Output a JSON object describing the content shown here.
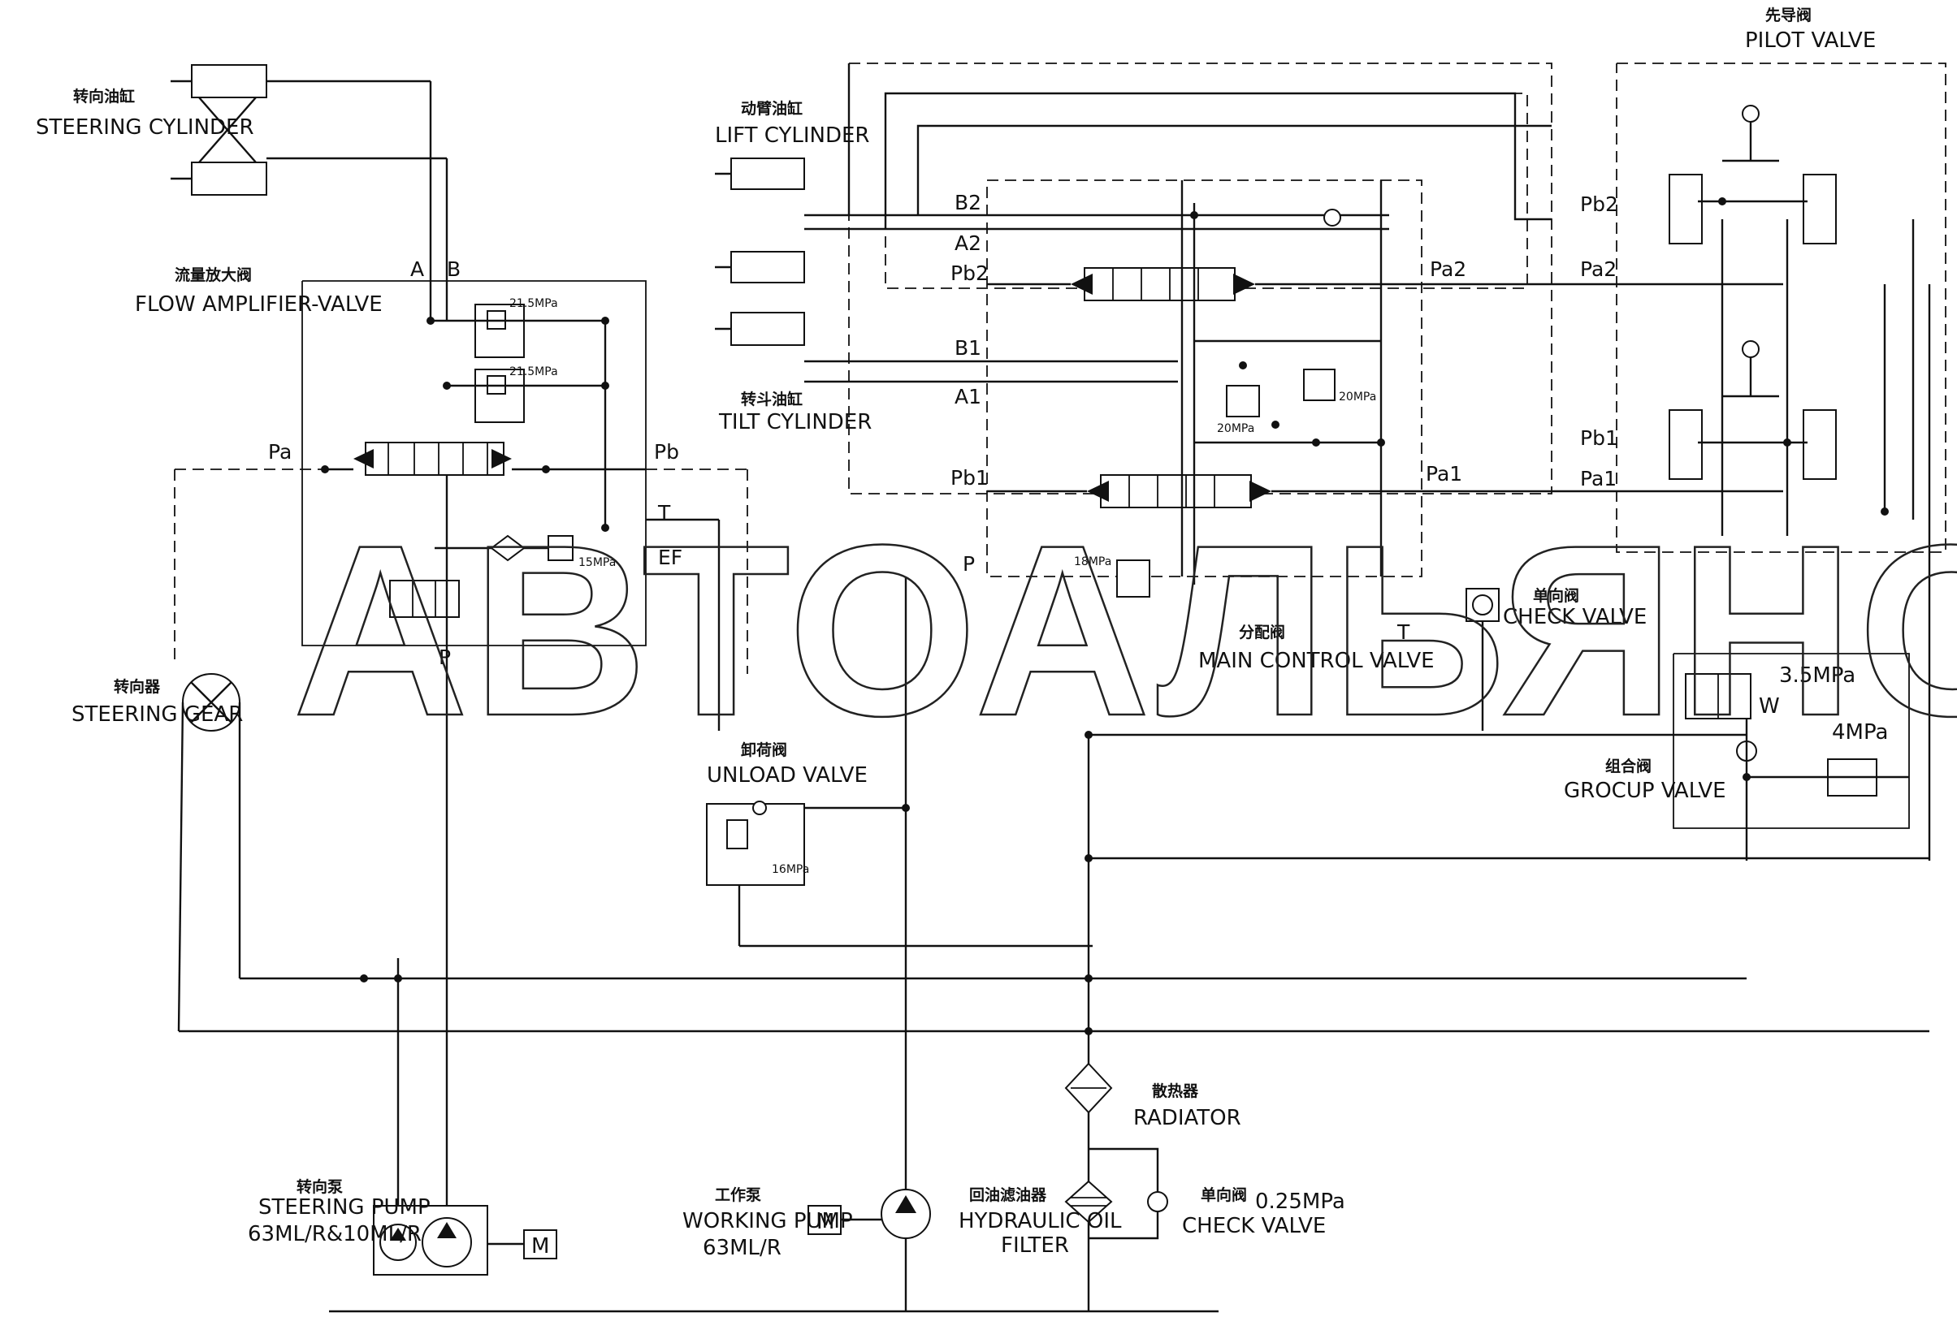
{
  "watermark": "АВТОАЛЬЯНС",
  "components": {
    "steering_cylinder": {
      "cn": "转向油缸",
      "en": "STEERING CYLINDER"
    },
    "flow_amplifier": {
      "cn": "流量放大阀",
      "en": "FLOW AMPLIFIER-VALVE"
    },
    "steering_gear": {
      "cn": "转向器",
      "en": "STEERING GEAR"
    },
    "lift_cylinder": {
      "cn": "动臂油缸",
      "en": "LIFT CYLINDER"
    },
    "tilt_cylinder": {
      "cn": "转斗油缸",
      "en": "TILT CYLINDER"
    },
    "main_control_valve": {
      "cn": "分配阀",
      "en": "MAIN CONTROL VALVE"
    },
    "pilot_valve": {
      "cn": "先导阀",
      "en": "PILOT VALVE"
    },
    "check_valve_top": {
      "cn": "单向阀",
      "en": "CHECK VALVE"
    },
    "group_valve": {
      "cn": "组合阀",
      "en": "GROCUP VALVE"
    },
    "unload_valve": {
      "cn": "卸荷阀",
      "en": "UNLOAD VALVE"
    },
    "radiator": {
      "cn": "散热器",
      "en": "RADIATOR"
    },
    "steering_pump": {
      "cn": "转向泵",
      "en": "STEERING PUMP",
      "spec": "63ML/R&10ML/R"
    },
    "working_pump": {
      "cn": "工作泵",
      "en": "WORKING PUMP",
      "spec": "63ML/R"
    },
    "oil_filter": {
      "cn": "回油滤油器",
      "en1": "HYDRAULIC OIL",
      "en2": "FILTER"
    },
    "check_valve_bottom": {
      "cn": "单向阀",
      "pressure": "0.25MPa",
      "en": "CHECK VALVE"
    }
  },
  "ports": {
    "A": "A",
    "B": "B",
    "Pa": "Pa",
    "Pb": "Pb",
    "T": "T",
    "EF": "EF",
    "P_fa": "P",
    "B2": "B2",
    "A2": "A2",
    "Pb2": "Pb2",
    "B1": "B1",
    "A1": "A1",
    "Pb1": "Pb1",
    "P_main": "P",
    "Pa2": "Pa2",
    "Pa1": "Pa1",
    "T_main": "T",
    "Pb2_pilot": "Pb2",
    "Pa2_pilot": "Pa2",
    "Pb1_pilot": "Pb1",
    "Pa1_pilot": "Pa1",
    "W": "W"
  },
  "pressures": {
    "relief_1": "21.5MPa",
    "relief_2": "21.5MPa",
    "relief_3": "15MPa",
    "relief_main_a": "20MPa",
    "relief_main_b": "20MPa",
    "relief_main_p": "18MPa",
    "unload": "16MPa",
    "group_high": "3.5MPa",
    "group_low": "4MPa"
  },
  "motor": "M"
}
